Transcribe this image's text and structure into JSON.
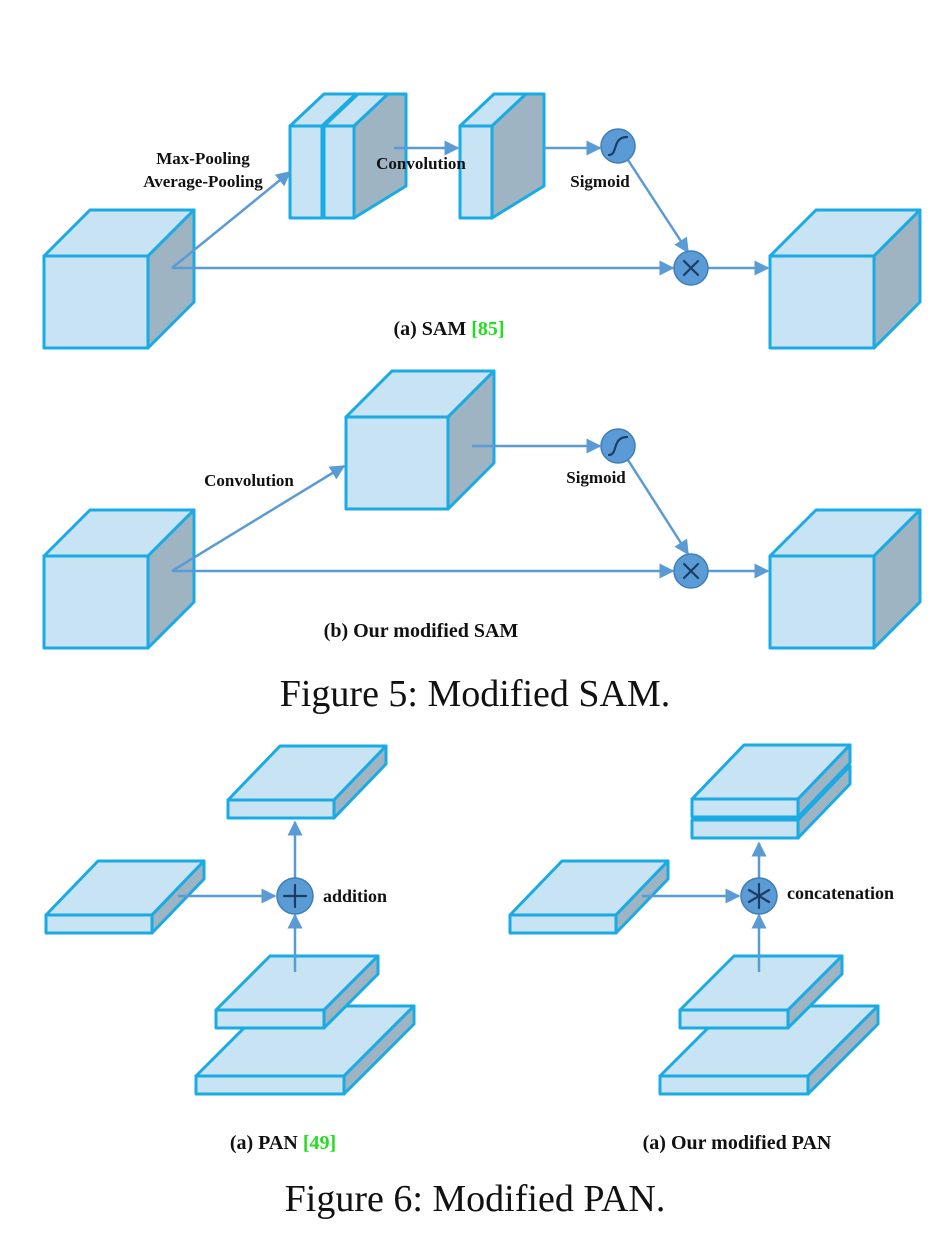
{
  "figure5": {
    "panel_a": {
      "pool_label_1": "Max-Pooling",
      "pool_label_2": "Average-Pooling",
      "conv_label": "Convolution",
      "sigmoid_label": "Sigmoid",
      "caption_text": "(a) SAM ",
      "caption_ref": "[85]"
    },
    "panel_b": {
      "conv_label": "Convolution",
      "sigmoid_label": "Sigmoid",
      "caption_text": "(b) Our modified SAM"
    },
    "caption": "Figure 5: Modified SAM."
  },
  "figure6": {
    "panel_left": {
      "op_label": "addition",
      "caption_text": "(a) PAN ",
      "caption_ref": "[49]"
    },
    "panel_right": {
      "op_label": "concatenation",
      "caption_text": "(a) Our modified PAN"
    },
    "caption": "Figure 6: Modified PAN."
  },
  "colors": {
    "face": "#c8e3f4",
    "side": "#9fb4c2",
    "edge": "#1aaae4",
    "arrow": "#5b9bd5",
    "citation": "#22dd22"
  },
  "icons": [
    "sigmoid-icon",
    "multiply-icon",
    "plus-icon",
    "concat-icon"
  ]
}
